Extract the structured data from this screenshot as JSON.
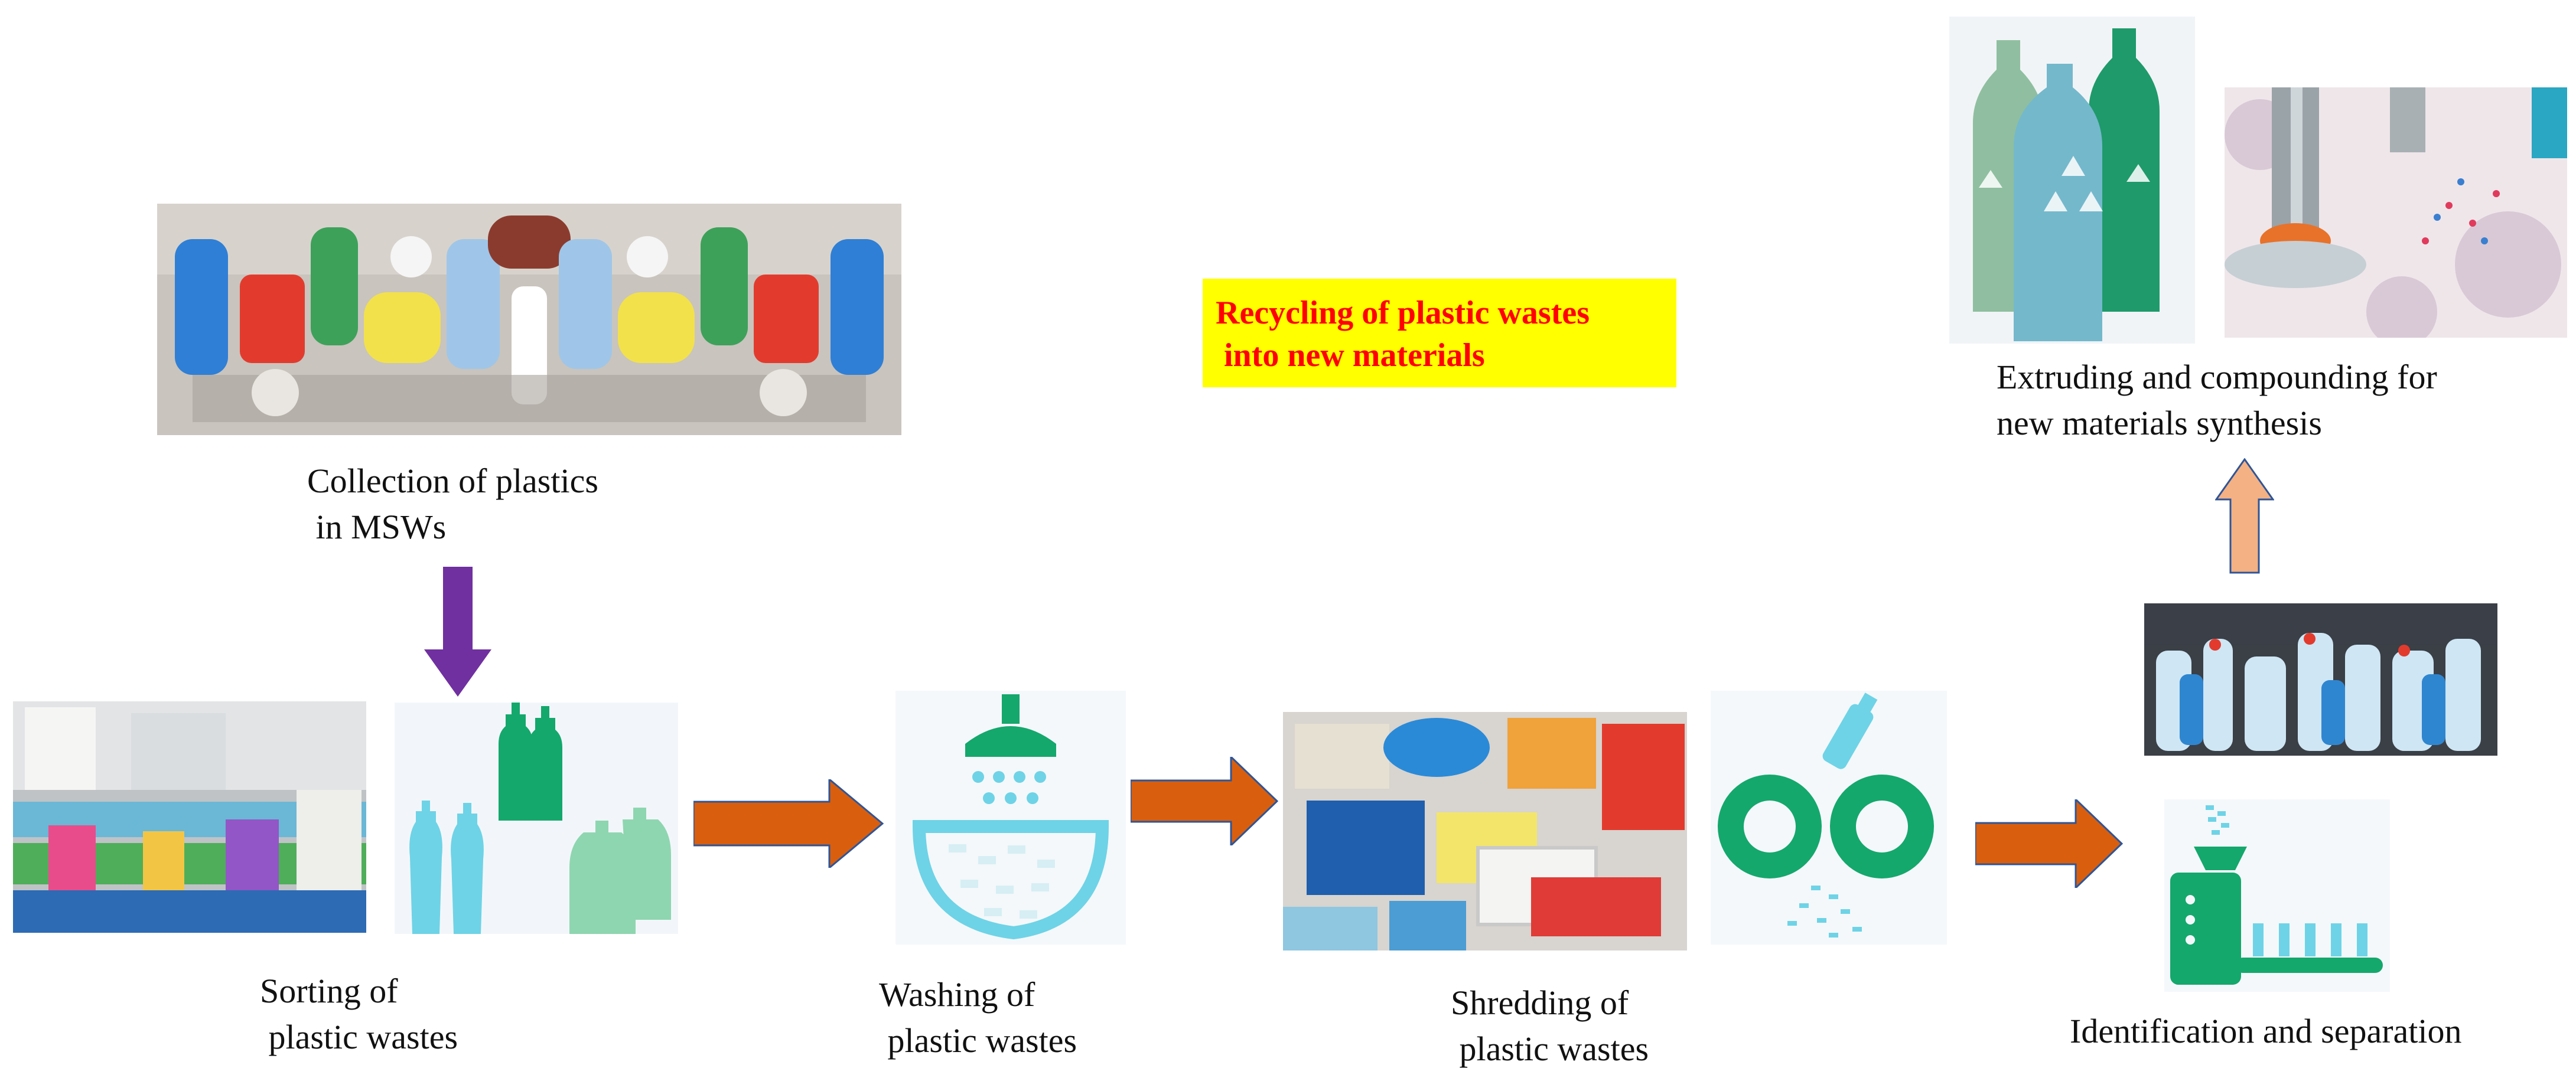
{
  "title": {
    "lines": [
      "Recycling of plastic wastes",
      " into new materials"
    ]
  },
  "steps": {
    "collection": {
      "lines": [
        "Collection of plastics",
        " in MSWs"
      ]
    },
    "sorting": {
      "lines": [
        "Sorting of",
        " plastic wastes"
      ]
    },
    "washing": {
      "lines": [
        "Washing of",
        " plastic wastes"
      ]
    },
    "shredding": {
      "lines": [
        "Shredding of",
        " plastic wastes"
      ]
    },
    "identification": {
      "lines": [
        "Identification and separation"
      ]
    },
    "extruding": {
      "lines": [
        "Extruding and compounding for",
        "new materials synthesis"
      ]
    }
  },
  "colors": {
    "title_bg": "#ffff00",
    "title_text": "#ff0000",
    "process_arrow": "#d95f0e",
    "collection_arrow": "#7030a0",
    "final_arrow": "#f4b183",
    "icon_green": "#14a86c",
    "icon_cyan": "#6ed3e6"
  },
  "icons": [
    "plastic-waste-photo",
    "bottles-icon",
    "shower-wash-icon",
    "shredder-gears-icon",
    "sorting-machine-icon",
    "recycle-bottles-icon",
    "extruder-photo"
  ]
}
